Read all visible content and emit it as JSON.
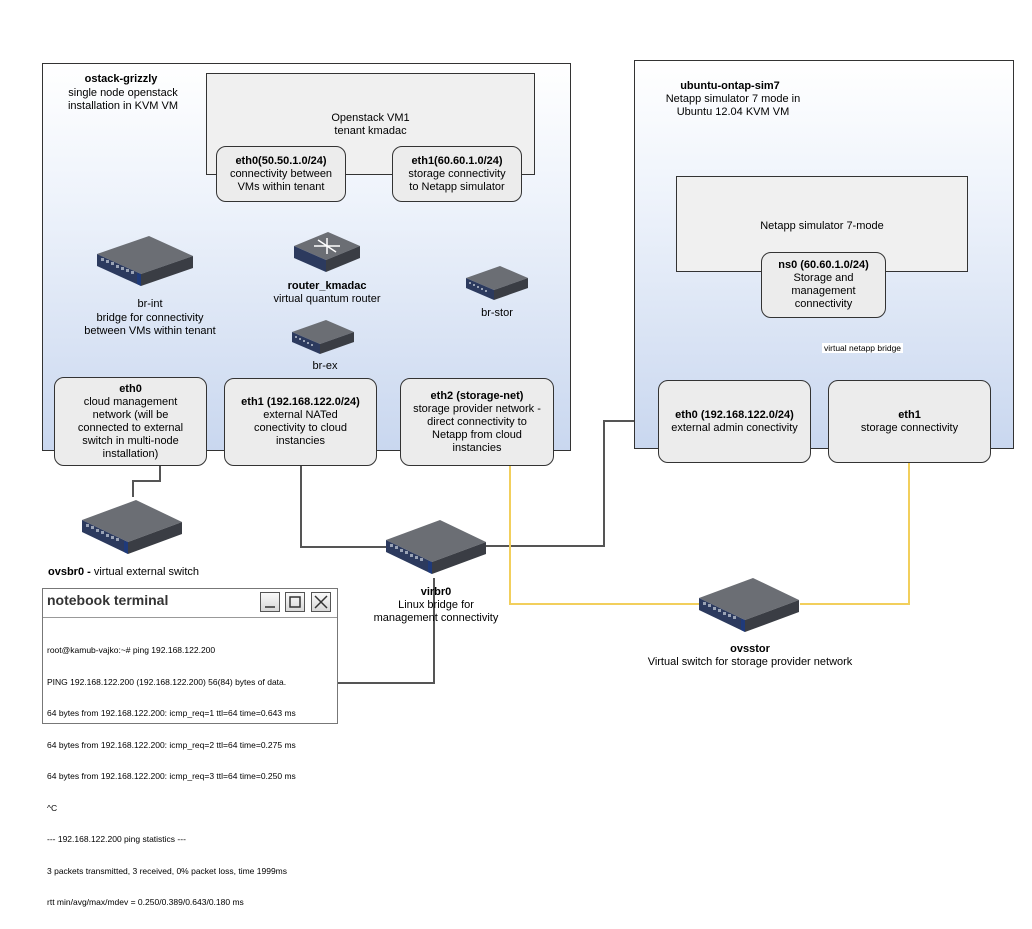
{
  "hosts": {
    "openstack": {
      "name": "ostack-grizzly",
      "desc_line1": "single node openstack",
      "desc_line2": "installation in KVM VM"
    },
    "ontap": {
      "name": "ubuntu-ontap-sim7",
      "desc_line1": "Netapp simulator 7 mode in",
      "desc_line2": "Ubuntu 12.04 KVM VM"
    }
  },
  "vms": {
    "vm1": {
      "line1": "Openstack VM1",
      "line2": "tenant kmadac"
    },
    "netapp": {
      "line1": "Netapp simulator 7-mode"
    }
  },
  "nics": {
    "vm_eth0": {
      "title": "eth0(50.50.1.0/24)",
      "line1": "connectivity between",
      "line2": "VMs within tenant"
    },
    "vm_eth1": {
      "title": "eth1(60.60.1.0/24)",
      "line1": "storage connectivity",
      "line2": "to Netapp simulator"
    },
    "ns0": {
      "title": "ns0 (60.60.1.0/24)",
      "line1": "Storage and",
      "line2": "management",
      "line3": "connectivity"
    },
    "os_eth0": {
      "title": "eth0",
      "line1": "cloud management",
      "line2": "network (will be",
      "line3": "connected to external",
      "line4": "switch in multi-node",
      "line5": "installation)"
    },
    "os_eth1": {
      "title": "eth1 (192.168.122.0/24)",
      "line1": "external NATed",
      "line2": "conectivity to cloud",
      "line3": "instancies"
    },
    "os_eth2": {
      "title": "eth2 (storage-net)",
      "line1": "storage provider network -",
      "line2": "direct connectivity to",
      "line3": "Netapp from cloud",
      "line4": "instancies"
    },
    "ot_eth0": {
      "title": "eth0 (192.168.122.0/24)",
      "line1": "external admin conectivity"
    },
    "ot_eth1": {
      "title": "eth1",
      "line1": "storage connectivity"
    }
  },
  "devices": {
    "br_int": {
      "name": "br-int",
      "line1": "bridge for connectivity",
      "line2": "between VMs within tenant"
    },
    "router": {
      "name": "router_kmadac",
      "line1": "virtual quantum router"
    },
    "br_ex": {
      "name": "br-ex"
    },
    "br_stor": {
      "name": "br-stor"
    },
    "ovsbr0": {
      "name": "ovsbr0 -",
      "line1": "virtual external  switch"
    },
    "virbr0": {
      "name": "virbr0",
      "line1": "Linux  bridge for",
      "line2": "management connectivity"
    },
    "ovsstor": {
      "name": "ovsstor",
      "line1": "Virtual switch for  storage provider network"
    }
  },
  "labels": {
    "netapp_bridge": "virtual netapp bridge"
  },
  "terminal": {
    "title": "notebook terminal",
    "lines": [
      "root@kamub-vajko:~# ping 192.168.122.200",
      "PING 192.168.122.200 (192.168.122.200) 56(84) bytes of data.",
      "64 bytes from 192.168.122.200: icmp_req=1 ttl=64 time=0.643 ms",
      "64 bytes from 192.168.122.200: icmp_req=2 ttl=64 time=0.275 ms",
      "64 bytes from 192.168.122.200: icmp_req=3 ttl=64 time=0.250 ms",
      "^C",
      "--- 192.168.122.200 ping statistics ---",
      "3 packets transmitted, 3 received, 0% packet loss, time 1999ms",
      "rtt min/avg/max/mdev = 0.250/0.389/0.643/0.180 ms"
    ]
  },
  "colors": {
    "mgmt_link": "#555555",
    "storage_link": "#f2cf5c",
    "switch_accent": "#1f3a7a"
  }
}
